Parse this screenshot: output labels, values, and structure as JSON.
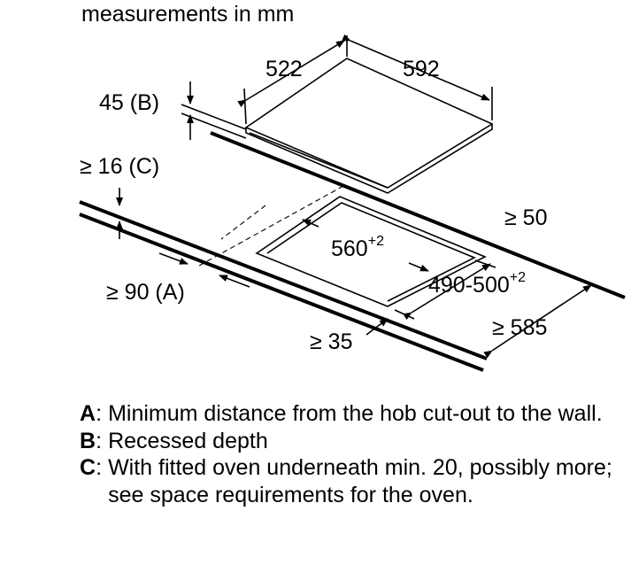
{
  "diagram": {
    "heading": "measurements in mm",
    "labels": {
      "hob_depth": "522",
      "hob_width": "592",
      "recess_value": "45 (",
      "recess_letter": "B",
      "close_paren": ")",
      "oven_value": "≥ 16 (",
      "oven_letter": "C",
      "wall_right": "≥ 50",
      "cutout_width": "560",
      "cutout_width_tol": "+2",
      "cutout_depth": "490-500",
      "cutout_depth_tol": "+2",
      "wall_back_value": "≥ 90 (",
      "wall_back_letter": "A",
      "front_edge": "≥ 35",
      "worktop_depth": "≥ 585"
    }
  },
  "legend": [
    {
      "key": "A",
      "text": "Minimum distance from the hob cut-out to the wall."
    },
    {
      "key": "B",
      "text": "Recessed depth"
    },
    {
      "key": "C",
      "text": "With fitted oven underneath min. 20, possibly more; see space requirements for the oven."
    }
  ]
}
